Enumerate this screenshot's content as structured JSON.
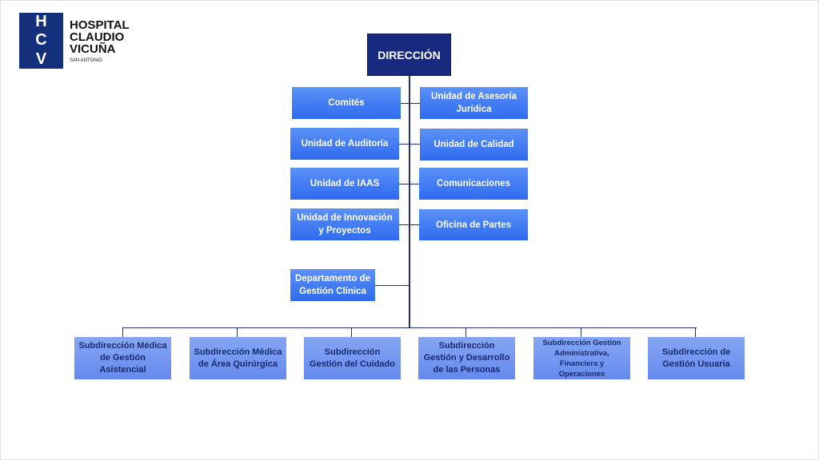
{
  "logo": {
    "initials": [
      "H",
      "C",
      "V"
    ],
    "name_lines": [
      "HOSPITAL",
      "CLAUDIO",
      "VICUÑA"
    ],
    "subtitle": "SAN ANTONIO"
  },
  "direccion": "DIRECCIÓN",
  "staff_left": [
    "Comités",
    "Unidad de Auditoría",
    "Unidad de IAAS",
    "Unidad de Innovación y Proyectos"
  ],
  "staff_right": [
    "Unidad  de Asesoría Jurídica",
    "Unidad de Calidad",
    "Comunicaciones",
    "Oficina de Partes"
  ],
  "departamento": "Departamento de Gestión Clínica",
  "subdirecciones": [
    "Subdirección Médica de Gestión Asistencial",
    "Subdirección Médica de Área Quirúrgica",
    "Subdirección Gestión del Cuidado",
    "Subdirección Gestión y Desarrollo de las Personas",
    "Subdirección Gestión Administrativa, Financiera y Operaciones",
    "Subdirección de Gestión Usuaria"
  ]
}
